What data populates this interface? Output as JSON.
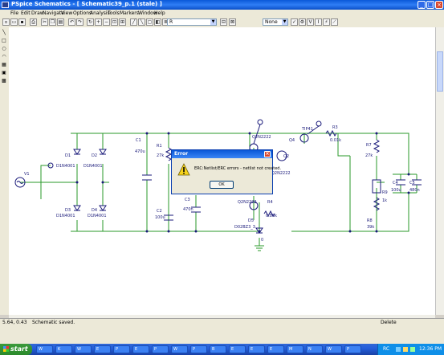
{
  "window": {
    "title": "PSpice Schematics - [ Schematic39_p.1 (stale) ]"
  },
  "menu": [
    "File",
    "Edit",
    "Draw",
    "Navigate",
    "View",
    "Options",
    "Analysis",
    "Tools",
    "Markers",
    "Window",
    "Help"
  ],
  "toolbar": {
    "part_combo_value": "R",
    "color_combo_value": "None"
  },
  "schematic": {
    "labels": [
      {
        "id": "D1",
        "text": "D1"
      },
      {
        "id": "D1N4001a",
        "text": "D1N4001"
      },
      {
        "id": "D2",
        "text": "D2"
      },
      {
        "id": "D1N4001b",
        "text": "D1N4001"
      },
      {
        "id": "D3",
        "text": "D3"
      },
      {
        "id": "D1N4001c",
        "text": "D1N4001"
      },
      {
        "id": "D4",
        "text": "D4"
      },
      {
        "id": "D1N4001d",
        "text": "D1N4001"
      },
      {
        "id": "V1",
        "text": "V1"
      },
      {
        "id": "C1",
        "text": "C1"
      },
      {
        "id": "C1v",
        "text": "470u"
      },
      {
        "id": "R1",
        "text": "R1"
      },
      {
        "id": "R1v",
        "text": "27k"
      },
      {
        "id": "C2",
        "text": "C2"
      },
      {
        "id": "C2v",
        "text": "100u"
      },
      {
        "id": "C3",
        "text": "C3"
      },
      {
        "id": "C3v",
        "text": "470n"
      },
      {
        "id": "Q1m",
        "text": "Q2N2222"
      },
      {
        "id": "Q4",
        "text": "Q4"
      },
      {
        "id": "TIP",
        "text": "TIP41"
      },
      {
        "id": "R3",
        "text": "R3"
      },
      {
        "id": "R3v",
        "text": "0.01k"
      },
      {
        "id": "Q2",
        "text": "Q2"
      },
      {
        "id": "Q2m",
        "text": "Q2N2222"
      },
      {
        "id": "Q3m",
        "text": "Q2N2222"
      },
      {
        "id": "R4",
        "text": "R4"
      },
      {
        "id": "R4v",
        "text": "0.88k"
      },
      {
        "id": "D5",
        "text": "D5"
      },
      {
        "id": "D5m",
        "text": "D02BZ3_3"
      },
      {
        "id": "R7",
        "text": "R7"
      },
      {
        "id": "R7v",
        "text": "27k"
      },
      {
        "id": "R9",
        "text": "R9"
      },
      {
        "id": "R9v",
        "text": "1k"
      },
      {
        "id": "R8",
        "text": "R8"
      },
      {
        "id": "R8v",
        "text": "39k"
      },
      {
        "id": "C4",
        "text": "C4"
      },
      {
        "id": "C4v",
        "text": "100u"
      },
      {
        "id": "C5",
        "text": "C5"
      },
      {
        "id": "C5v",
        "text": "480n"
      },
      {
        "id": "gnd0",
        "text": "0"
      }
    ]
  },
  "dialog": {
    "title": "Error",
    "message": "ERC:Netlist/ERC errors - netlist not created.",
    "ok_label": "OK"
  },
  "status": {
    "coords": "5.64, 0.43",
    "message": "Schematic saved.",
    "mode": "Delete"
  },
  "taskbar": {
    "start_label": "start",
    "tasks": [
      "W",
      "K",
      "W",
      "E",
      "P",
      "E",
      "P",
      "W",
      "P",
      "B",
      "E",
      "E",
      "E",
      "M",
      "N",
      "W",
      "P"
    ],
    "tray_label": "RC",
    "clock": "12:36 PM"
  },
  "colors": {
    "wire": "#2a9a2a",
    "component": "#1a1a7a",
    "node": "#1a1a7a",
    "titlebar": "#0a58d8"
  }
}
